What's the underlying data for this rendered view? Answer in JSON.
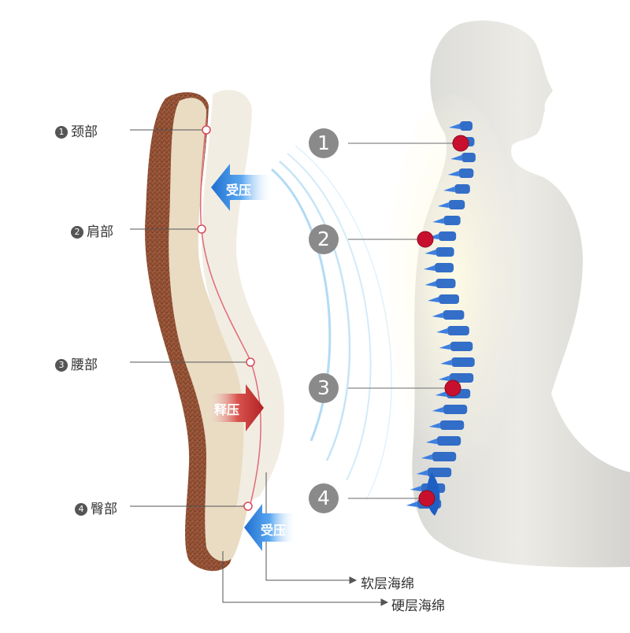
{
  "pillow": {
    "labels": [
      {
        "num": "1",
        "text": "颈部"
      },
      {
        "num": "2",
        "text": "肩部"
      },
      {
        "num": "3",
        "text": "腰部"
      },
      {
        "num": "4",
        "text": "臀部"
      }
    ],
    "arrows": {
      "pressure_top": "受压",
      "release": "释压",
      "pressure_bottom": "受压"
    },
    "foam": {
      "soft": "软层海绵",
      "hard": "硬层海绵"
    }
  },
  "spine": {
    "markers": [
      "1",
      "2",
      "3",
      "4"
    ]
  },
  "colors": {
    "hard_foam": "#8a4a2e",
    "soft_foam": "#efe4cf",
    "pressure_arrow": "#2f7fd8",
    "release_arrow": "#c0392b",
    "spine": "#1e5fc4",
    "marker": "#c8102e"
  }
}
